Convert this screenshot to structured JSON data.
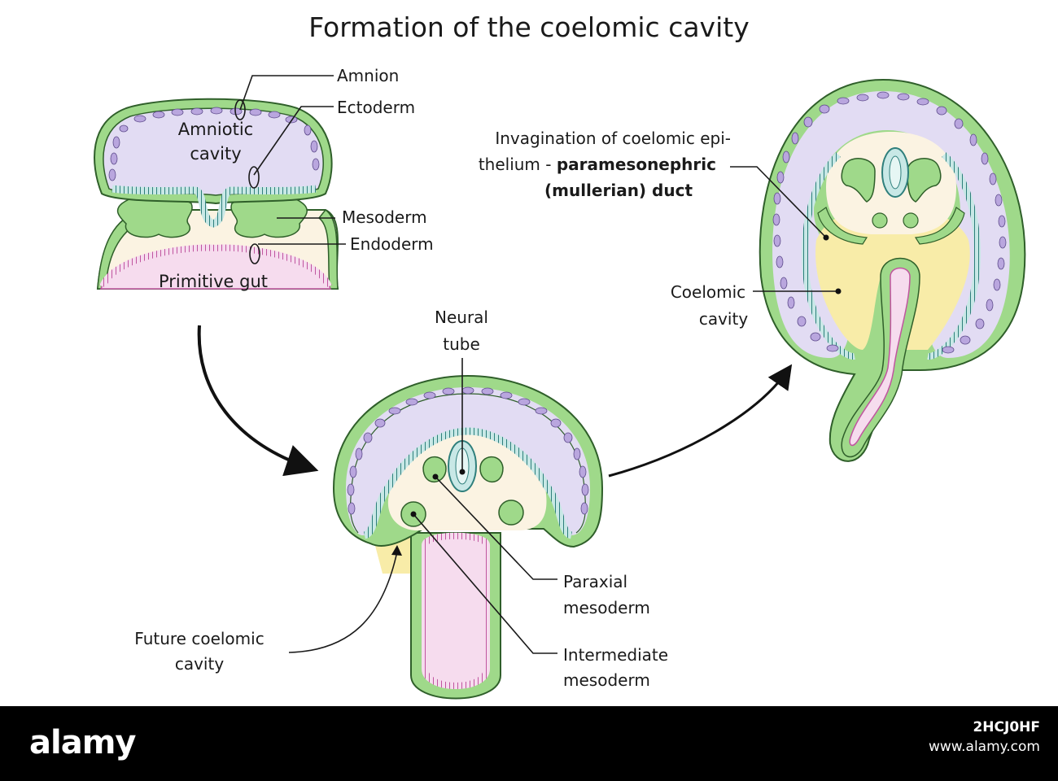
{
  "title": "Formation of the coelomic cavity",
  "labels": {
    "amnion": "Amnion",
    "ectoderm": "Ectoderm",
    "amniotic_cavity_line1": "Amniotic",
    "amniotic_cavity_line2": "cavity",
    "mesoderm": "Mesoderm",
    "endoderm": "Endoderm",
    "primitive_gut": "Primitive gut",
    "neural_tube_line1": "Neural",
    "neural_tube_line2": "tube",
    "paraxial_line1": "Paraxial",
    "paraxial_line2": "mesoderm",
    "intermediate_line1": "Intermediate",
    "intermediate_line2": "mesoderm",
    "future_coelomic_line1": "Future coelomic",
    "future_coelomic_line2": "cavity",
    "invagination_line1": "Invagination of coelomic epi-",
    "invagination_line2_prefix": "thelium - ",
    "invagination_line2_bold": "paramesonephric",
    "invagination_line3_bold": "(mullerian) duct",
    "coelomic_cavity_line1": "Coelomic",
    "coelomic_cavity_line2": "cavity"
  },
  "watermark": {
    "logo": "alamy",
    "image_id": "2HCJ0HF",
    "url": "www.alamy.com"
  },
  "colors": {
    "green": "#9fd98a",
    "green_stroke": "#2f5f2a",
    "lavender": "#e2dcf3",
    "purple_cell": "#b9a6de",
    "teal": "#c8e8e6",
    "pink": "#f6dcee",
    "pink_stripe": "#d98cc2",
    "cream": "#fbf3e2",
    "yellow": "#f8eca8"
  }
}
